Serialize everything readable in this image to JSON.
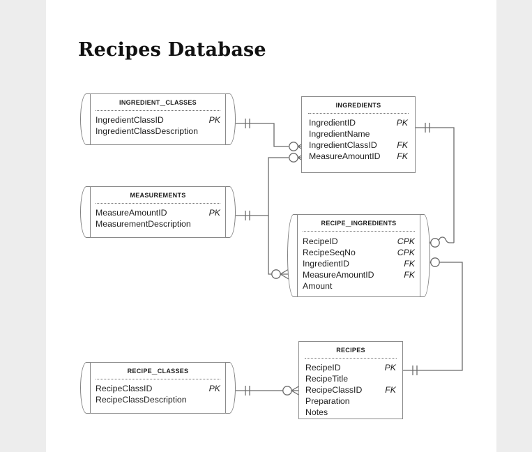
{
  "document": {
    "title": "Recipes Database",
    "page_background": "#ededed",
    "paper_background": "#ffffff",
    "line_color": "#6b6b6b",
    "box_border_color": "#8a8a8a"
  },
  "diagram": {
    "type": "entity-relationship-diagram",
    "notation": "crow's-foot",
    "entities": [
      {
        "id": "ingredient_classes",
        "name": "Ingredient_Classes",
        "shape": "capsule",
        "fields": [
          {
            "name": "IngredientClassID",
            "key": "PK"
          },
          {
            "name": "IngredientClassDescription",
            "key": ""
          }
        ]
      },
      {
        "id": "ingredients",
        "name": "Ingredients",
        "shape": "rectangle",
        "fields": [
          {
            "name": "IngredientID",
            "key": "PK"
          },
          {
            "name": "IngredientName",
            "key": ""
          },
          {
            "name": "IngredientClassID",
            "key": "FK"
          },
          {
            "name": "MeasureAmountID",
            "key": "FK"
          }
        ]
      },
      {
        "id": "measurements",
        "name": "Measurements",
        "shape": "capsule",
        "fields": [
          {
            "name": "MeasureAmountID",
            "key": "PK"
          },
          {
            "name": "MeasurementDescription",
            "key": ""
          }
        ]
      },
      {
        "id": "recipe_ingredients",
        "name": "Recipe_Ingredients",
        "shape": "capsule",
        "fields": [
          {
            "name": "RecipeID",
            "key": "CPK"
          },
          {
            "name": "RecipeSeqNo",
            "key": "CPK"
          },
          {
            "name": "IngredientID",
            "key": "FK"
          },
          {
            "name": "MeasureAmountID",
            "key": "FK"
          },
          {
            "name": "Amount",
            "key": ""
          }
        ]
      },
      {
        "id": "recipes",
        "name": "Recipes",
        "shape": "rectangle",
        "fields": [
          {
            "name": "RecipeID",
            "key": "PK"
          },
          {
            "name": "RecipeTitle",
            "key": ""
          },
          {
            "name": "RecipeClassID",
            "key": "FK"
          },
          {
            "name": "Preparation",
            "key": ""
          },
          {
            "name": "Notes",
            "key": ""
          }
        ]
      },
      {
        "id": "recipe_classes",
        "name": "Recipe_Classes",
        "shape": "capsule",
        "fields": [
          {
            "name": "RecipeClassID",
            "key": "PK"
          },
          {
            "name": "RecipeClassDescription",
            "key": ""
          }
        ]
      }
    ],
    "relationships": [
      {
        "id": "rel-ingredientclass-ingredients",
        "from": "ingredient_classes",
        "to": "ingredients",
        "from_cardinality": "one-and-only-one",
        "to_cardinality": "zero-or-many",
        "via_field": "IngredientClassID"
      },
      {
        "id": "rel-measurements-ingredients",
        "from": "measurements",
        "to": "ingredients",
        "from_cardinality": "one-and-only-one",
        "to_cardinality": "zero-or-many",
        "via_field": "MeasureAmountID"
      },
      {
        "id": "rel-measurements-recipeingredients",
        "from": "measurements",
        "to": "recipe_ingredients",
        "from_cardinality": "one-and-only-one",
        "to_cardinality": "zero-or-many",
        "via_field": "MeasureAmountID"
      },
      {
        "id": "rel-ingredients-recipeingredients",
        "from": "ingredients",
        "to": "recipe_ingredients",
        "from_cardinality": "one-and-only-one",
        "to_cardinality": "zero-or-many",
        "via_field": "IngredientID"
      },
      {
        "id": "rel-recipes-recipeingredients",
        "from": "recipes",
        "to": "recipe_ingredients",
        "from_cardinality": "one-and-only-one",
        "to_cardinality": "zero-or-many",
        "via_field": "RecipeID"
      },
      {
        "id": "rel-recipeclasses-recipes",
        "from": "recipe_classes",
        "to": "recipes",
        "from_cardinality": "one-and-only-one",
        "to_cardinality": "zero-or-many",
        "via_field": "RecipeClassID"
      }
    ]
  }
}
